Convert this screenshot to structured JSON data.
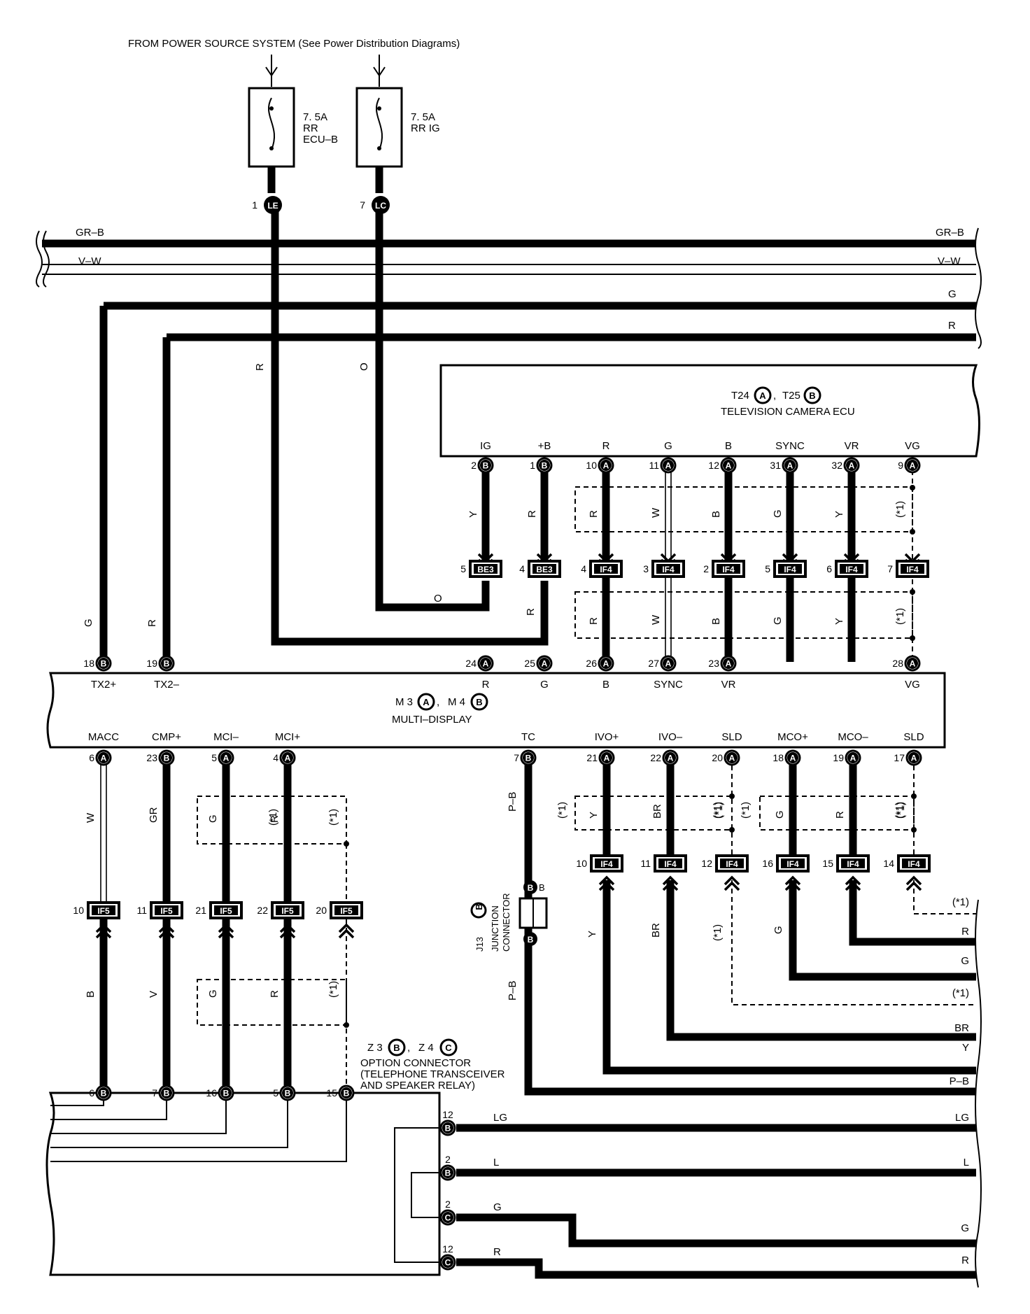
{
  "header": {
    "title": "FROM POWER SOURCE SYSTEM (See Power Distribution Diagrams)"
  },
  "fuses": [
    {
      "amps": "7. 5A",
      "name1": "RR",
      "name2": "ECU–B",
      "pin": "1",
      "conn": "LE",
      "wire": "R"
    },
    {
      "amps": "7. 5A",
      "name1": "RR IG",
      "name2": "",
      "pin": "7",
      "conn": "LC",
      "wire": "O"
    }
  ],
  "buses": {
    "left": [
      "GR–B",
      "V–W"
    ],
    "right": [
      "GR–B",
      "V–W",
      "G",
      "R"
    ]
  },
  "tv_ecu": {
    "connector_a": "T24",
    "letter_a": "A",
    "connector_b": "T25",
    "letter_b": "B",
    "sep": ",",
    "name": "TELEVISION CAMERA ECU",
    "pins": [
      {
        "label": "IG",
        "pin": "2",
        "letter": "B",
        "wire": "Y",
        "jpin": "5",
        "junction": "BE3"
      },
      {
        "label": "+B",
        "pin": "1",
        "letter": "B",
        "wire": "R",
        "jpin": "4",
        "junction": "BE3"
      },
      {
        "label": "R",
        "pin": "10",
        "letter": "A",
        "wire": "R",
        "jpin": "4",
        "junction": "IF4"
      },
      {
        "label": "G",
        "pin": "11",
        "letter": "A",
        "wire": "W",
        "jpin": "3",
        "junction": "IF4"
      },
      {
        "label": "B",
        "pin": "12",
        "letter": "A",
        "wire": "B",
        "jpin": "2",
        "junction": "IF4"
      },
      {
        "label": "SYNC",
        "pin": "31",
        "letter": "A",
        "wire": "G",
        "jpin": "5",
        "junction": "IF4"
      },
      {
        "label": "VR",
        "pin": "32",
        "letter": "A",
        "wire": "Y",
        "jpin": "6",
        "junction": "IF4"
      },
      {
        "label": "VG",
        "pin": "9",
        "letter": "A",
        "wire": "(*1)",
        "jpin": "7",
        "junction": "IF4"
      }
    ]
  },
  "mid_wires": {
    "o": "O",
    "r": "R",
    "r2": "W",
    "b": "B",
    "g": "G",
    "y": "Y",
    "s": "(*1)",
    "rr": "R"
  },
  "md": {
    "connector_a": "M 3",
    "letter_a": "A",
    "connector_b": "M 4",
    "letter_b": "B",
    "sep": ",",
    "name": "MULTI–DISPLAY",
    "top_pins": [
      {
        "label": "TX2+",
        "pin": "18",
        "letter": "B",
        "wire": "G"
      },
      {
        "label": "TX2–",
        "pin": "19",
        "letter": "B",
        "wire": "R"
      },
      {
        "label": "R",
        "pin": "24",
        "letter": "A"
      },
      {
        "label": "G",
        "pin": "25",
        "letter": "A"
      },
      {
        "label": "B",
        "pin": "26",
        "letter": "A"
      },
      {
        "label": "SYNC",
        "pin": "27",
        "letter": "A"
      },
      {
        "label": "VR",
        "pin": "23",
        "letter": "A"
      },
      {
        "label": "VG",
        "pin": "28",
        "letter": "A"
      }
    ],
    "bottom_pins": [
      {
        "label": "MACC",
        "pin": "6",
        "letter": "A",
        "wire": "W"
      },
      {
        "label": "CMP+",
        "pin": "23",
        "letter": "B",
        "wire": "GR"
      },
      {
        "label": "MCI–",
        "pin": "5",
        "letter": "A",
        "wire": "G"
      },
      {
        "label": "MCI+",
        "pin": "4",
        "letter": "A",
        "wire": "R"
      },
      {
        "label": "TC",
        "pin": "7",
        "letter": "B",
        "wire": "P–B"
      },
      {
        "label": "IVO+",
        "pin": "21",
        "letter": "A",
        "wire": "Y"
      },
      {
        "label": "IVO–",
        "pin": "22",
        "letter": "A",
        "wire": "BR"
      },
      {
        "label": "SLD",
        "pin": "20",
        "letter": "A",
        "wire": "(*1)"
      },
      {
        "label": "MCO+",
        "pin": "18",
        "letter": "A",
        "wire": "G"
      },
      {
        "label": "MCO–",
        "pin": "19",
        "letter": "A",
        "wire": "R"
      },
      {
        "label": "SLD",
        "pin": "17",
        "letter": "A",
        "wire": "(*1)"
      }
    ]
  },
  "if5": [
    {
      "pin": "10",
      "name": "IF5",
      "wire": "B"
    },
    {
      "pin": "11",
      "name": "IF5",
      "wire": "V"
    },
    {
      "pin": "21",
      "name": "IF5",
      "wire": "G"
    },
    {
      "pin": "22",
      "name": "IF5",
      "wire": "R"
    },
    {
      "pin": "20",
      "name": "IF5",
      "wire": "(*1)"
    }
  ],
  "if4_lower": [
    {
      "pin": "10",
      "name": "IF4",
      "wire": "Y"
    },
    {
      "pin": "11",
      "name": "IF4",
      "wire": "BR"
    },
    {
      "pin": "12",
      "name": "IF4",
      "wire": "(*1)"
    },
    {
      "pin": "16",
      "name": "IF4",
      "wire": "G"
    },
    {
      "pin": "15",
      "name": "IF4",
      "wire": "R"
    },
    {
      "pin": "14",
      "name": "IF4",
      "wire": "(*1)"
    }
  ],
  "junction_connector": {
    "id": "J13",
    "letter": "B",
    "name1": "JUNCTION",
    "name2": "CONNECTOR"
  },
  "right_exits": [
    "(*1)",
    "R",
    "G",
    "(*1)",
    "BR",
    "Y",
    "P–B"
  ],
  "option_connector": {
    "connector_a": "Z 3",
    "letter_a": "B",
    "connector_b": "Z 4",
    "letter_b": "C",
    "sep": ",",
    "line1": "OPTION CONNECTOR",
    "line2": "(TELEPHONE TRANSCEIVER",
    "line3": "AND SPEAKER RELAY)",
    "top_pins": [
      {
        "pin": "6",
        "letter": "B"
      },
      {
        "pin": "7",
        "letter": "B"
      },
      {
        "pin": "16",
        "letter": "B"
      },
      {
        "pin": "5",
        "letter": "B"
      },
      {
        "pin": "15",
        "letter": "B"
      }
    ],
    "side_pins": [
      {
        "pin": "12",
        "letter": "B",
        "wire": "LG",
        "exit": "LG"
      },
      {
        "pin": "2",
        "letter": "B",
        "wire": "L",
        "exit": "L"
      },
      {
        "pin": "2",
        "letter": "C",
        "wire": "G",
        "exit": "G"
      },
      {
        "pin": "12",
        "letter": "C",
        "wire": "R",
        "exit": "R"
      }
    ]
  }
}
